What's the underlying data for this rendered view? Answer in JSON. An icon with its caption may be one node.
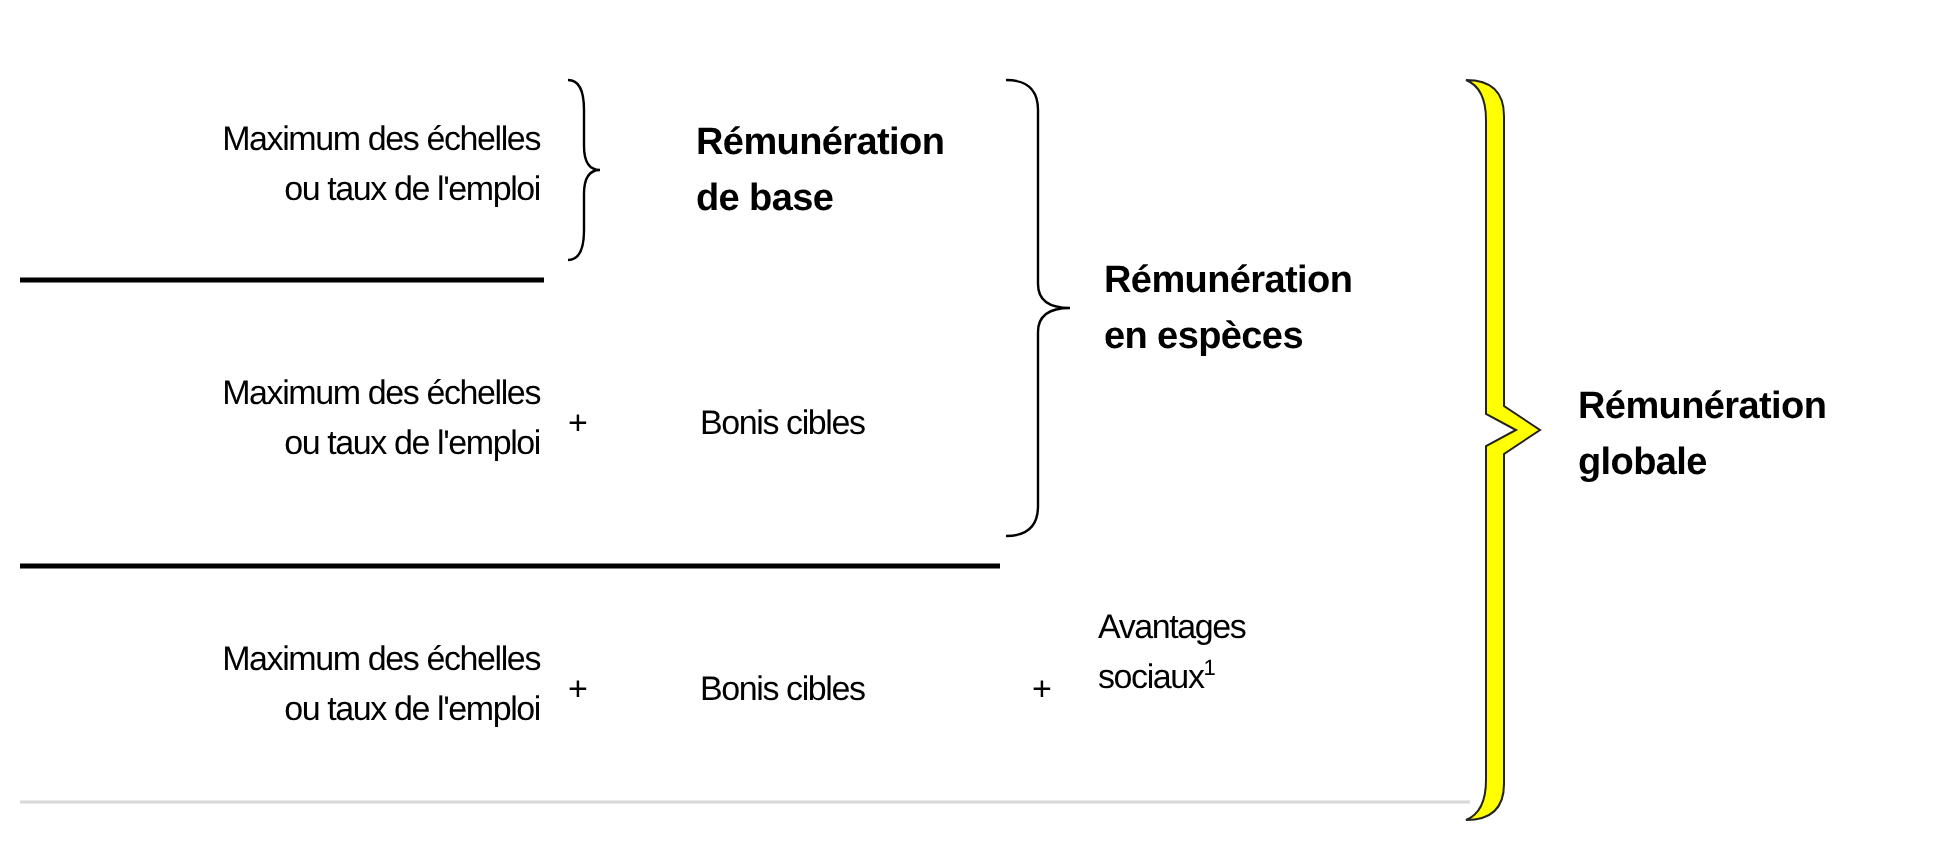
{
  "diagram": {
    "labels": [
      "Maximum des échelles ou taux de l'emploi",
      "Rémunération de base",
      "Rémunération en espèces",
      "Maximum des échelles ou taux de l'emploi",
      "+",
      "Bonis cibles",
      "Rémunération globale",
      "Maximum des échelles ou taux de l'emploi",
      "+",
      "Bonis cibles",
      "+",
      "Avantages sociaux$^{1}$"
    ]
  }
}
